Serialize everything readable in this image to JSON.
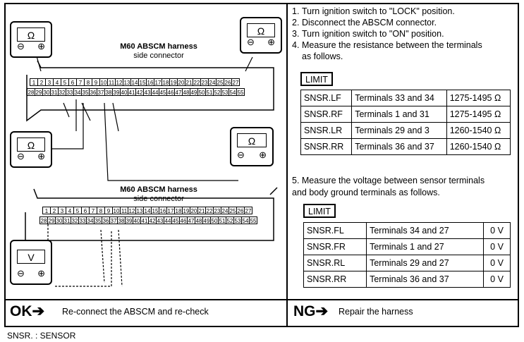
{
  "steps": [
    {
      "n": "1.",
      "text": "Turn ignition switch to \"LOCK\" position."
    },
    {
      "n": "2.",
      "text": "Disconnect the ABSCM connector."
    },
    {
      "n": "3.",
      "text": "Turn ignition switch to \"ON\" position."
    },
    {
      "n": "4.",
      "text": "Measure the resistance between the terminals"
    },
    {
      "n": "",
      "text": "as follows."
    }
  ],
  "limit1": "LIMIT",
  "resistance_table": [
    [
      "SNSR.LF",
      "Terminals 33 and 34",
      "1275-1495 Ω"
    ],
    [
      "SNSR.RF",
      "Terminals 1 and 31",
      "1275-1495 Ω"
    ],
    [
      "SNSR.LR",
      "Terminals 29 and 3",
      "1260-1540 Ω"
    ],
    [
      "SNSR.RR",
      "Terminals 36 and 37",
      "1260-1540 Ω"
    ]
  ],
  "step5": [
    "5. Measure the voltage between sensor terminals",
    "and body ground terminals as follows."
  ],
  "limit2": "LIMIT",
  "voltage_table": [
    [
      "SNSR.FL",
      "Terminals 34 and 27",
      "0 V"
    ],
    [
      "SNSR.FR",
      "Terminals 1 and 27",
      "0 V"
    ],
    [
      "SNSR.RL",
      "Terminals 29 and 27",
      "0 V"
    ],
    [
      "SNSR.RR",
      "Terminals 36 and 37",
      "0 V"
    ]
  ],
  "diagram": {
    "connector_top": {
      "title": "M60 ABSCM harness",
      "sub": "side connector"
    },
    "connector_bottom": {
      "title": "M60 ABSCM harness",
      "sub": "side connector"
    },
    "ohm": "Ω",
    "volt": "V",
    "neg": "⊖",
    "pos": "⊕"
  },
  "ok": {
    "label": "OK➔",
    "text": "Re-connect the ABSCM and re-check"
  },
  "ng": {
    "label": "NG➔",
    "text": "Repair the harness"
  },
  "footnote": "SNSR. : SENSOR",
  "pins_top_row1": [
    "1",
    "2",
    "3",
    "4",
    "5",
    "6",
    "7",
    "8",
    "9",
    "10",
    "11",
    "12",
    "13",
    "14",
    "15",
    "16",
    "17",
    "18",
    "19",
    "20",
    "21",
    "22",
    "23",
    "24",
    "25",
    "26",
    "27"
  ],
  "pins_top_row2": [
    "28",
    "29",
    "30",
    "31",
    "32",
    "33",
    "34",
    "35",
    "36",
    "37",
    "38",
    "39",
    "40",
    "41",
    "42",
    "43",
    "44",
    "45",
    "46",
    "47",
    "48",
    "49",
    "50",
    "51",
    "52",
    "53",
    "54",
    "55"
  ]
}
